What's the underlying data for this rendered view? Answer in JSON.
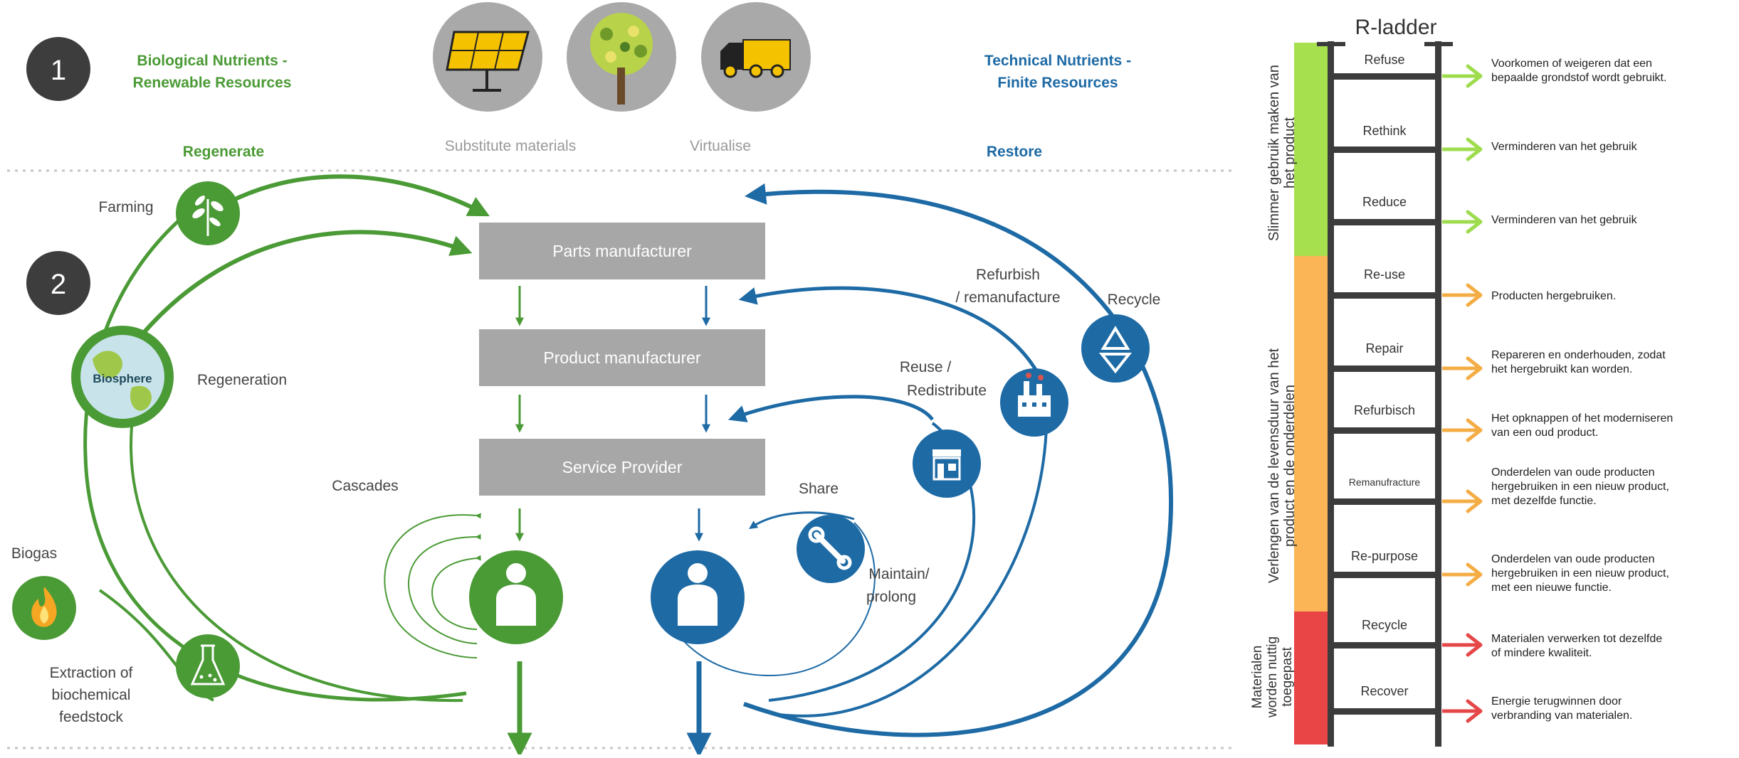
{
  "colors": {
    "bio_green": "#4a9a35",
    "tech_blue": "#1d6aa5",
    "gray_box": "#a7a7a7",
    "icon_circle_gray": "#a9a9a9",
    "dark_badge": "#3d3d3d",
    "ladder_dark": "#3c3c3c",
    "band_green": "#a6e04e",
    "band_orange": "#fbb456",
    "band_red": "#ea4546",
    "arrow_green": "#9edc4e",
    "arrow_orange": "#f4ad45",
    "arrow_red": "#e54748"
  },
  "stages": {
    "one": "1",
    "two": "2"
  },
  "headers": {
    "bio_line1": "Biological Nutrients -",
    "bio_line2": "Renewable Resources",
    "tech_line1": "Technical Nutrients -",
    "tech_line2": "Finite Resources",
    "substitute": "Substitute materials",
    "virtualise": "Virtualise",
    "regenerate": "Regenerate",
    "restore": "Restore"
  },
  "boxes": {
    "parts": "Parts manufacturer",
    "product": "Product manufacturer",
    "service": "Service Provider"
  },
  "bio_labels": {
    "farming": "Farming",
    "biosphere": "Biosphere",
    "regeneration": "Regeneration",
    "biogas": "Biogas",
    "extraction_1": "Extraction of",
    "extraction_2": "biochemical",
    "extraction_3": "feedstock",
    "cascades": "Cascades"
  },
  "tech_labels": {
    "refurbish_1": "Refurbish",
    "refurbish_2": "/ remanufacture",
    "recycle": "Recycle",
    "reuse_1": "Reuse /",
    "reuse_2": "Redistribute",
    "share": "Share",
    "maintain_1": "Maintain/",
    "maintain_2": "prolong"
  },
  "ladder": {
    "title": "R-ladder",
    "rungs": [
      {
        "label": "Refuse",
        "level": "green",
        "desc": [
          "Voorkomen of weigeren dat een",
          "bepaalde grondstof wordt gebruikt."
        ]
      },
      {
        "label": "Rethink",
        "level": "green",
        "desc": [
          "Verminderen van het gebruik"
        ]
      },
      {
        "label": "Reduce",
        "level": "green",
        "desc": [
          "Verminderen van het gebruik"
        ]
      },
      {
        "label": "Re-use",
        "level": "orange",
        "desc": [
          "Producten hergebruiken."
        ]
      },
      {
        "label": "Repair",
        "level": "orange",
        "desc": [
          "Repareren en onderhouden, zodat",
          "het hergebruikt kan worden."
        ]
      },
      {
        "label": "Refurbisch",
        "level": "orange",
        "desc": [
          "Het opknappen of het moderniseren",
          "van een oud product."
        ]
      },
      {
        "label": "Remanufracture",
        "level": "orange",
        "desc": [
          "Onderdelen van oude producten",
          "hergebruiken in een nieuw product,",
          "met dezelfde functie."
        ]
      },
      {
        "label": "Re-purpose",
        "level": "orange",
        "desc": [
          "Onderdelen van oude producten",
          "hergebruiken in een nieuw product,",
          "met een nieuwe functie."
        ]
      },
      {
        "label": "Recycle",
        "level": "red",
        "desc": [
          "Materialen verwerken tot dezelfde",
          "of mindere kwaliteit."
        ]
      },
      {
        "label": "Recover",
        "level": "red",
        "desc": [
          "Energie terugwinnen door",
          "verbranding van materialen."
        ]
      }
    ],
    "bands": {
      "green": [
        "Slimmer gebruik maken van",
        "het product"
      ],
      "orange": [
        "Verlengen van de levensduur van het",
        "product en de onderdelen"
      ],
      "red": [
        "Materialen",
        "worden nuttig",
        "toegepast"
      ]
    }
  }
}
